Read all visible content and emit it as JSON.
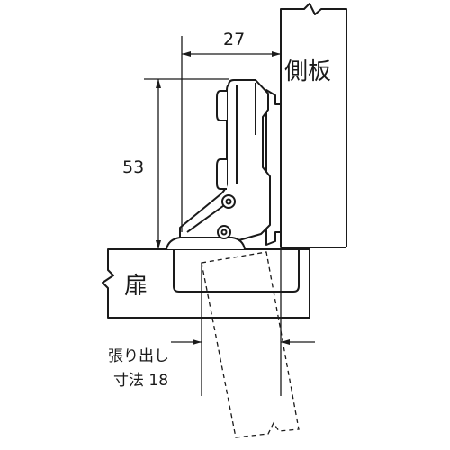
{
  "dimensions": {
    "width_label": "27",
    "height_label": "53"
  },
  "parts": {
    "side_panel": "側板",
    "door": "扉"
  },
  "overhang_note": {
    "line1": "張り出し",
    "line2": "寸法 18"
  },
  "colors": {
    "line": "#1a1a1a",
    "panel_fill": "#ffffff",
    "background": "#ffffff"
  }
}
